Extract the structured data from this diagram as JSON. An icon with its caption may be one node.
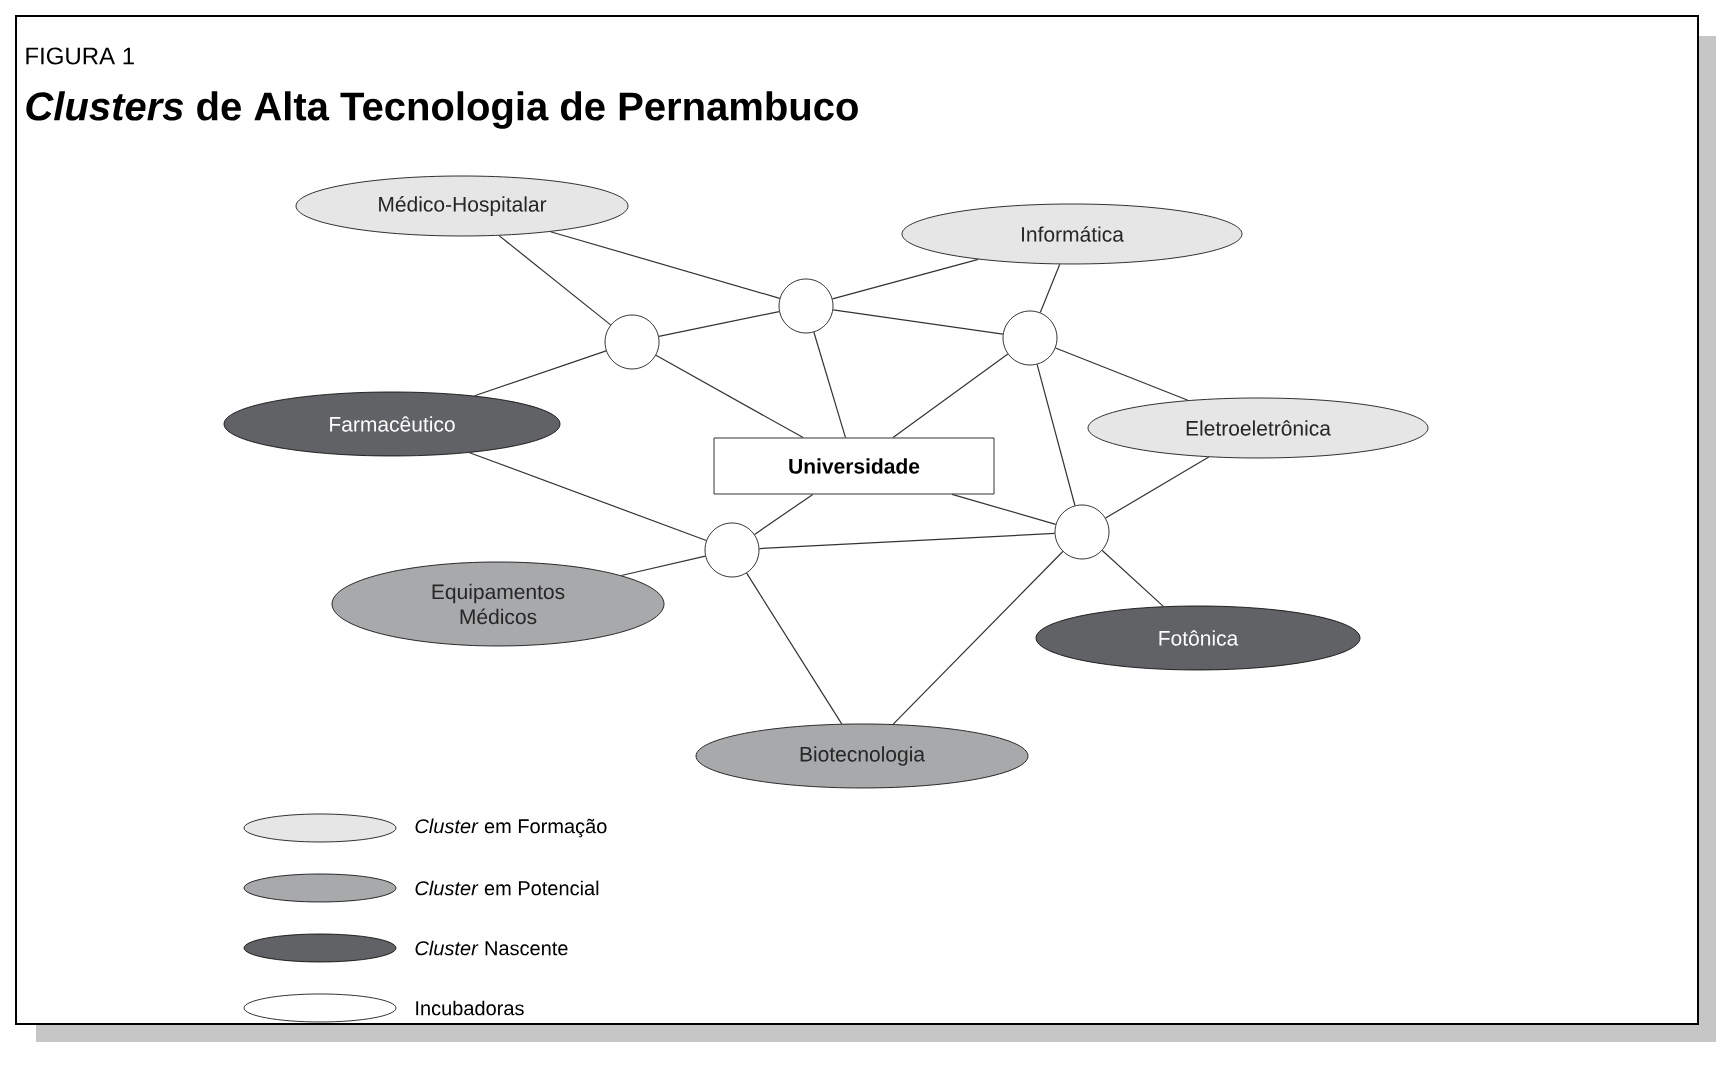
{
  "diagram": {
    "title": "*Clusters* de Alta Tecnologia de Pernambuco",
    "nodes": [
      {
        "text": [
          "Médico-Hospitalar"
        ]
      },
      {
        "text": [
          "Informática"
        ]
      },
      {
        "text": [],
        "shape": "circle"
      },
      {
        "text": [],
        "shape": "circle"
      },
      {
        "text": [],
        "shape": "circle"
      },
      {
        "text": [
          "Farmacêutico"
        ]
      },
      {
        "text": [
          "Eletroeletrônica"
        ]
      },
      {
        "text": [
          "Universidade"
        ]
      },
      {
        "text": [],
        "shape": "circle"
      },
      {
        "text": [],
        "shape": "circle"
      },
      {
        "text": [
          "Equipamentos Médicos"
        ]
      },
      {
        "text": [
          "Fotônica"
        ]
      },
      {
        "text": [
          "Biotecnologia"
        ]
      }
    ],
    "edges": [
      {
        "from": 0,
        "to": 4,
        "arrow": "none"
      },
      {
        "from": 0,
        "to": 2,
        "arrow": "none"
      },
      {
        "from": 4,
        "to": 2,
        "arrow": "none"
      },
      {
        "from": 2,
        "to": 1,
        "arrow": "none"
      },
      {
        "from": 2,
        "to": 3,
        "arrow": "none"
      },
      {
        "from": 2,
        "to": 7,
        "arrow": "none"
      },
      {
        "from": 3,
        "to": 1,
        "arrow": "none"
      },
      {
        "from": 3,
        "to": 7,
        "arrow": "none"
      },
      {
        "from": 3,
        "to": 6,
        "arrow": "none"
      },
      {
        "from": 3,
        "to": 8,
        "arrow": "none"
      },
      {
        "from": 4,
        "to": 5,
        "arrow": "none"
      },
      {
        "from": 4,
        "to": 7,
        "arrow": "none"
      },
      {
        "from": 5,
        "to": 9,
        "arrow": "none"
      },
      {
        "from": 9,
        "to": 7,
        "arrow": "none"
      },
      {
        "from": 9,
        "to": 8,
        "arrow": "none"
      },
      {
        "from": 9,
        "to": 10,
        "arrow": "none"
      },
      {
        "from": 9,
        "to": 12,
        "arrow": "none"
      },
      {
        "from": 7,
        "to": 8,
        "arrow": "none"
      },
      {
        "from": 8,
        "to": 6,
        "arrow": "none"
      },
      {
        "from": 8,
        "to": 11,
        "arrow": "none"
      },
      {
        "from": 8,
        "to": 12,
        "arrow": "none"
      }
    ],
    "labels": [
      "FIGURA 1"
    ],
    "legend": [
      {
        "text": "*Cluster* em Formação",
        "color": "#e6e6e6"
      },
      {
        "text": "*Cluster* em Potencial",
        "color": "#a8a9ab"
      },
      {
        "text": "*Cluster* Nascente",
        "color": "#616266"
      },
      {
        "text": "Incubadoras"
      }
    ]
  }
}
